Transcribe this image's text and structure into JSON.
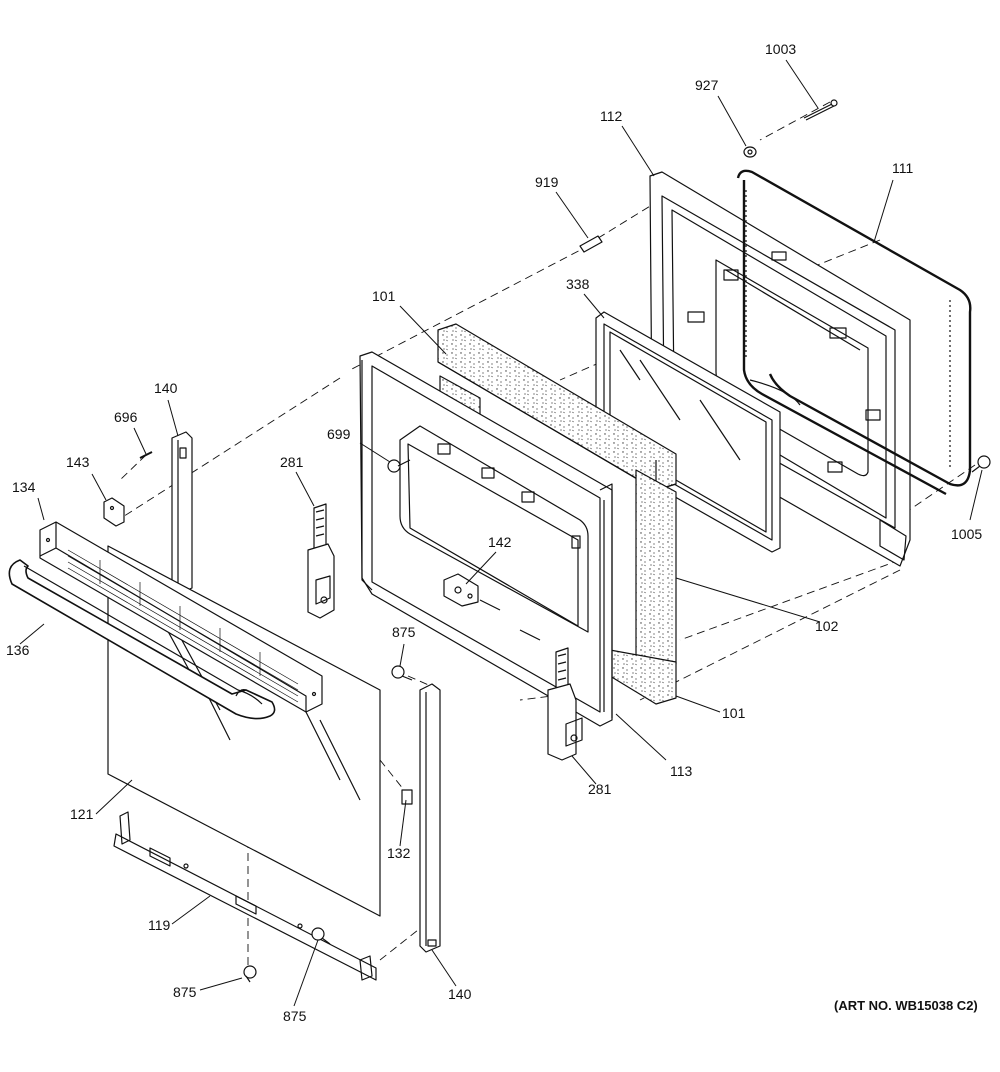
{
  "art_number": "(ART NO. WB15038 C2)",
  "callouts": {
    "p1003": "1003",
    "p927": "927",
    "p112": "112",
    "p111": "111",
    "p919": "919",
    "p338": "338",
    "p101_top": "101",
    "p101_bottom": "101",
    "p140_top": "140",
    "p140_bottom": "140",
    "p696": "696",
    "p699": "699",
    "p281_left": "281",
    "p281_right": "281",
    "p143": "143",
    "p134": "134",
    "p142": "142",
    "p1005": "1005",
    "p136": "136",
    "p875_mid": "875",
    "p875_bottom_left": "875",
    "p875_bottom": "875",
    "p102": "102",
    "p113": "113",
    "p121": "121",
    "p132": "132",
    "p119": "119"
  }
}
